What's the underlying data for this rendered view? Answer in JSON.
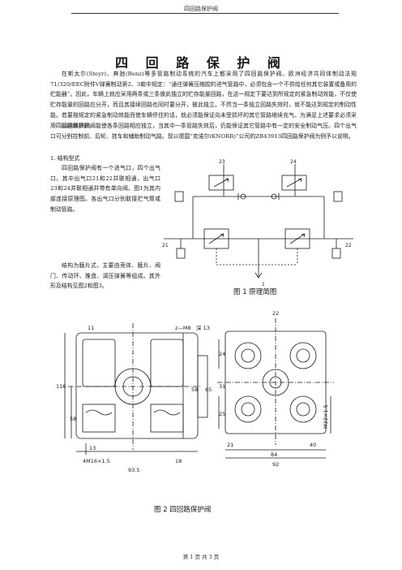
{
  "header": {
    "text": "四回路保护阀"
  },
  "title": "四 回 路 保 护 阀",
  "body": {
    "p1": "在斯太尔(Steyr)、奔驰(Benz)等多管路制动系统的汽车上都采用了四回路保护阀。欧洲经济共同体制动法规71/320/EEC附件V弹簧制动第2、3款中规定：“通往弹簧压缩腔的进气管路中，必须包含一个不供给任何其它装置或备用的贮能器”。因此，车辆上就应采用两条或三条彼此独立的贮存能量回路，在这一规定下要达到所规定的紧急制动效能，不仅使贮存能量的回路应分开，而且其接续回路也同时要分开，彼此独立。不然当一条独立回路失效时，就不能达到规定的制动性能。若要按规定的紧急制动效能而使车辆停住的话，就必须能保证向未受损坏的其它管路继续充气。为满足上述要求必须采用四回路保护阀。",
    "p2": "四回路保护阀能使各条回路相应独立，当其中一条管路失效后，仍能保证其它管路中有一定的安全制动气压。四个出气口可分别控制前、后轮、挂车和辅助制动气路。现以德国“克诺尔(KNORR)”公司的ZB43913四回路保护阀为例予以说明。",
    "heading1": "1. 结构型式",
    "p3": "四回路保护阀有一个进气口，四个出气口。其中出气口21和22并联相通，出气口23和24并联相通并带有单向阀。图1为其内部连接原理图。各出气口分别联接贮气筒或制动管路。",
    "p4": "结构为膜片式，主要由壳体、膜片、阀门、传动环、推盘、调压弹簧等组成。其外形及结构见图2和图3。"
  },
  "figure1": {
    "caption": "图 1  原理简图",
    "labels": {
      "port23": "23",
      "port24": "24",
      "port21": "21",
      "port22": "22",
      "port1": "1"
    }
  },
  "figure2": {
    "caption": "图 2  四回路保护阀",
    "labels": {
      "part11": "11",
      "thread_z": "z—M8",
      "deep13": "深 13",
      "d116": "116",
      "d58a": "58",
      "d65": "65",
      "d58b": "58",
      "d13": "13",
      "d18": "18",
      "d93_5": "93.5",
      "thread_in": "4M16×1.5",
      "d22": "22",
      "d24": "24",
      "d31": "31",
      "d25": "25",
      "d21": "21",
      "d84": "84",
      "d92": "92",
      "d40": "40",
      "thread_out": "M22×1.5"
    }
  },
  "footer": "第 1 页 共 3 页"
}
